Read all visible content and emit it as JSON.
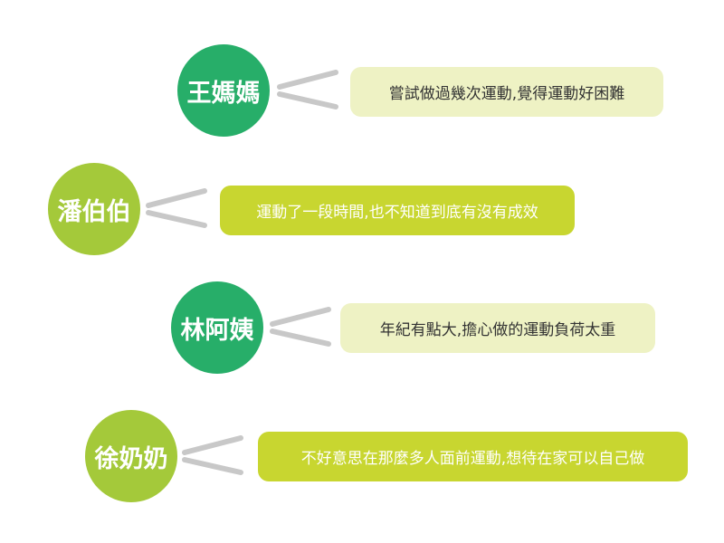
{
  "colors": {
    "green": "#27ae69",
    "lime": "#a4c93a",
    "pale": "#eef2c4",
    "lime_box": "#c8d630",
    "connector": "#c8c8c8",
    "dark_text": "#333333",
    "light_text": "#ffffff"
  },
  "rows": [
    {
      "name": "王媽媽",
      "quote": "嘗試做過幾次運動,覺得運動好困難",
      "circle_color": "green",
      "bubble_style": "pale"
    },
    {
      "name": "潘伯伯",
      "quote": "運動了一段時間,也不知道到底有沒有成效",
      "circle_color": "lime",
      "bubble_style": "lime_box"
    },
    {
      "name": "林阿姨",
      "quote": "年紀有點大,擔心做的運動負荷太重",
      "circle_color": "green",
      "bubble_style": "pale"
    },
    {
      "name": "徐奶奶",
      "quote": "不好意思在那麼多人面前運動,想待在家可以自己做",
      "circle_color": "lime",
      "bubble_style": "lime_box"
    }
  ]
}
